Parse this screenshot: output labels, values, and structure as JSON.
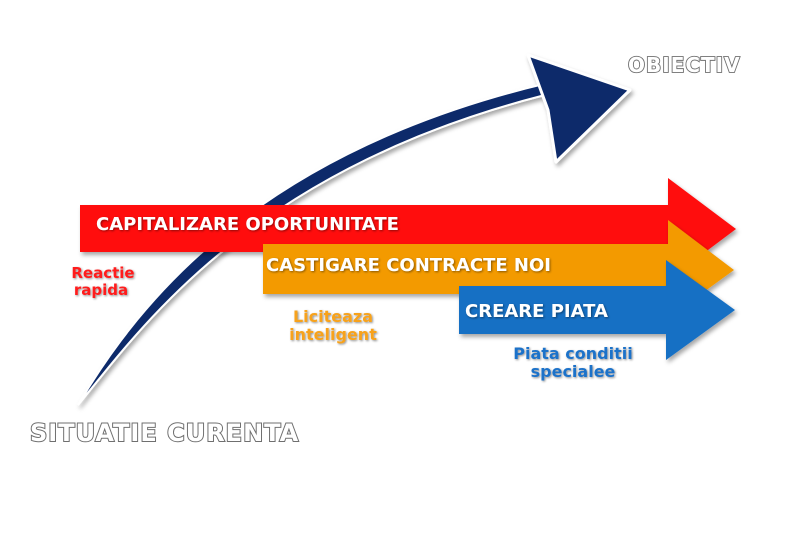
{
  "title_top": "OBIECTIV",
  "title_bottom": "SITUATIE CURENTA",
  "colors": {
    "curve": "#0d2a6b",
    "red": "#ff1010",
    "orange": "#f39a00",
    "blue": "#1670c4",
    "text_light": "#ffffff",
    "text_outline": "#7a7a7a"
  },
  "arrows": [
    {
      "label": "CAPITALIZARE OPORTUNITATE",
      "color": "#ff1010"
    },
    {
      "label": "CASTIGARE CONTRACTE NOI",
      "color": "#f39a00"
    },
    {
      "label": "CREARE PIATA",
      "color": "#1670c4"
    }
  ],
  "notes": [
    {
      "lines": [
        "Reactie",
        "rapida"
      ],
      "color": "#ff1010"
    },
    {
      "lines": [
        "Liciteaza",
        "inteligent"
      ],
      "color": "#f39a00"
    },
    {
      "lines": [
        "Piata conditii",
        "specialee"
      ],
      "color": "#1670c4"
    }
  ]
}
